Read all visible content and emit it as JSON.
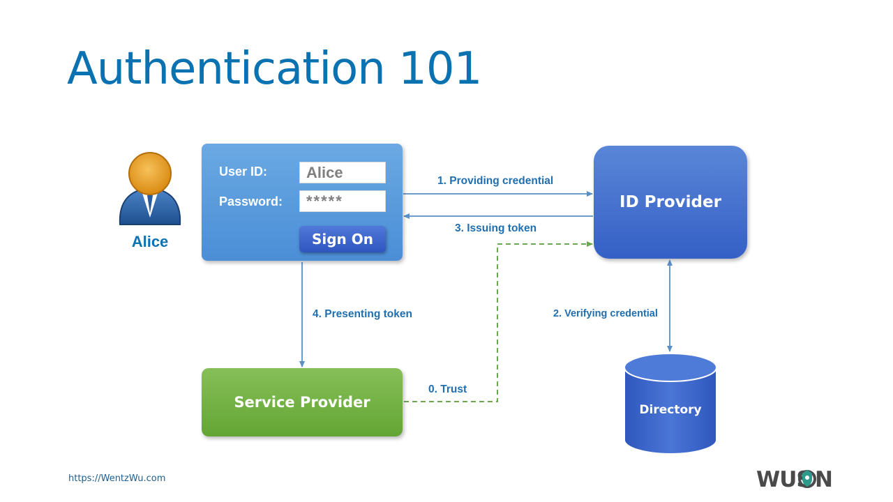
{
  "slide": {
    "title": "Authentication 101",
    "footer_url": "https://WentzWu.com",
    "logo_text": "WUSON"
  },
  "user": {
    "name": "Alice"
  },
  "login_form": {
    "user_id_label": "User ID:",
    "user_id_value": "Alice",
    "password_label": "Password:",
    "password_value": "*****",
    "sign_on_label": "Sign On"
  },
  "nodes": {
    "id_provider": "ID Provider",
    "service_provider": "Service Provider",
    "directory": "Directory"
  },
  "flows": {
    "step0": "0. Trust",
    "step1": "1. Providing credential",
    "step2": "2. Verifying credential",
    "step3": "3. Issuing token",
    "step4": "4. Presenting token"
  },
  "colors": {
    "title": "#0a72b1",
    "login_panel": "#5b9bde",
    "id_provider": "#4370cf",
    "service_provider": "#72b043",
    "directory": "#3a63c9",
    "arrow": "#5a8fc6",
    "trust_arrow": "#6aa84f"
  }
}
